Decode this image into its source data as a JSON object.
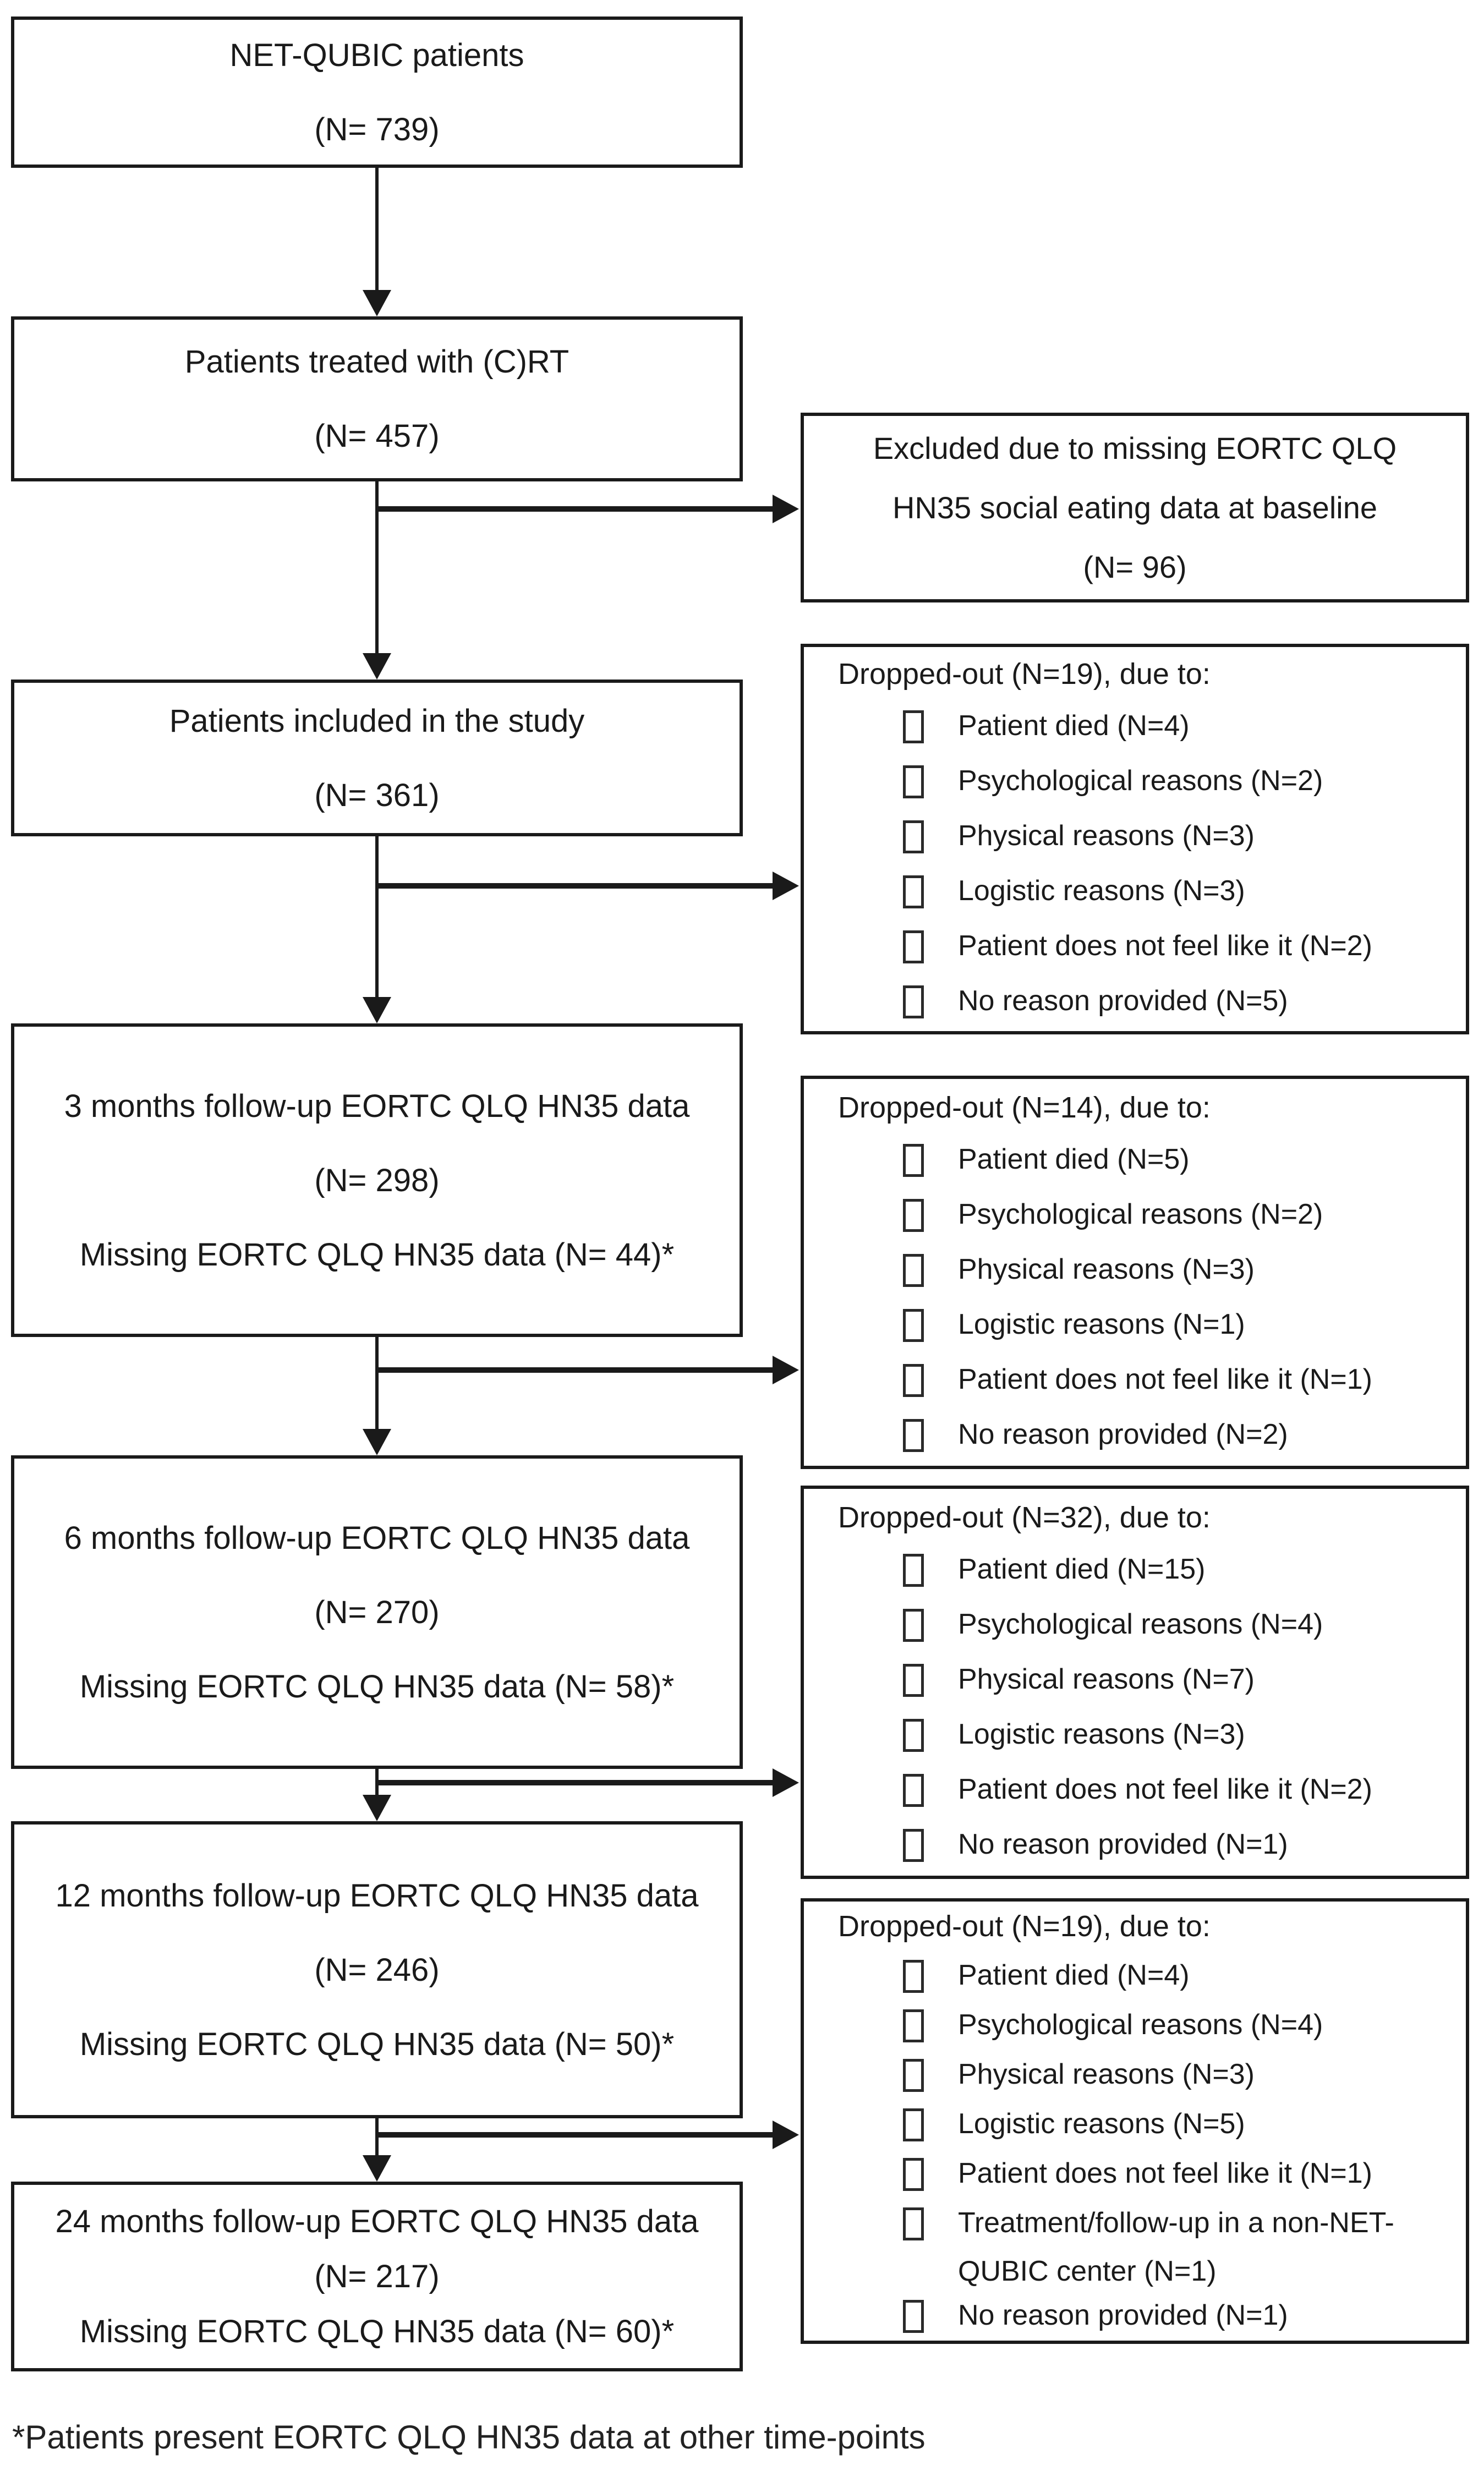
{
  "flowchart": {
    "main_boxes": [
      {
        "lines": [
          "NET-QUBIC patients",
          "(N= 739)"
        ]
      },
      {
        "lines": [
          "Patients treated with (C)RT",
          "(N= 457)"
        ]
      },
      {
        "lines": [
          "Patients included in the study",
          "(N= 361)"
        ]
      },
      {
        "lines": [
          "3 months follow-up EORTC QLQ HN35 data",
          "(N= 298)",
          "Missing EORTC QLQ HN35 data (N= 44)*"
        ]
      },
      {
        "lines": [
          "6 months follow-up EORTC QLQ HN35 data",
          "(N= 270)",
          "Missing EORTC QLQ HN35 data (N= 58)*"
        ]
      },
      {
        "lines": [
          "12 months follow-up EORTC QLQ HN35 data",
          "(N= 246)",
          "Missing EORTC QLQ HN35 data (N= 50)*"
        ]
      },
      {
        "lines": [
          "24 months follow-up EORTC QLQ HN35 data",
          "(N= 217)",
          "Missing EORTC QLQ HN35 data (N= 60)*"
        ]
      }
    ],
    "excluded_box": {
      "lines": [
        "Excluded due to missing EORTC QLQ",
        "HN35 social eating data at baseline",
        "(N= 96)"
      ]
    },
    "dropout_boxes": [
      {
        "title": "Dropped-out (N=19), due to:",
        "items": [
          "Patient died (N=4)",
          "Psychological reasons (N=2)",
          "Physical reasons (N=3)",
          "Logistic reasons (N=3)",
          "Patient does not feel like it (N=2)",
          "No reason provided (N=5)"
        ]
      },
      {
        "title": "Dropped-out (N=14), due to:",
        "items": [
          "Patient died (N=5)",
          "Psychological reasons (N=2)",
          "Physical reasons (N=3)",
          "Logistic reasons (N=1)",
          "Patient does not feel like it (N=1)",
          "No reason provided (N=2)"
        ]
      },
      {
        "title": "Dropped-out (N=32), due to:",
        "items": [
          "Patient died (N=15)",
          "Psychological reasons (N=4)",
          "Physical reasons (N=7)",
          "Logistic reasons (N=3)",
          "Patient does not feel like it (N=2)",
          "No reason provided (N=1)"
        ]
      },
      {
        "title": "Dropped-out (N=19), due to:",
        "items": [
          "Patient died (N=4)",
          "Psychological reasons (N=4)",
          "Physical reasons (N=3)",
          "Logistic reasons (N=5)",
          "Patient does not feel like it (N=1)",
          "Treatment/follow-up in a non-NET-QUBIC center (N=1)",
          "No reason provided (N=1)"
        ]
      }
    ],
    "footnote": "*Patients present EORTC QLQ HN35 data at other time-points",
    "colors": {
      "box_border": "#1a1a1a",
      "text": "#1a1a1a",
      "background": "#ffffff"
    }
  }
}
